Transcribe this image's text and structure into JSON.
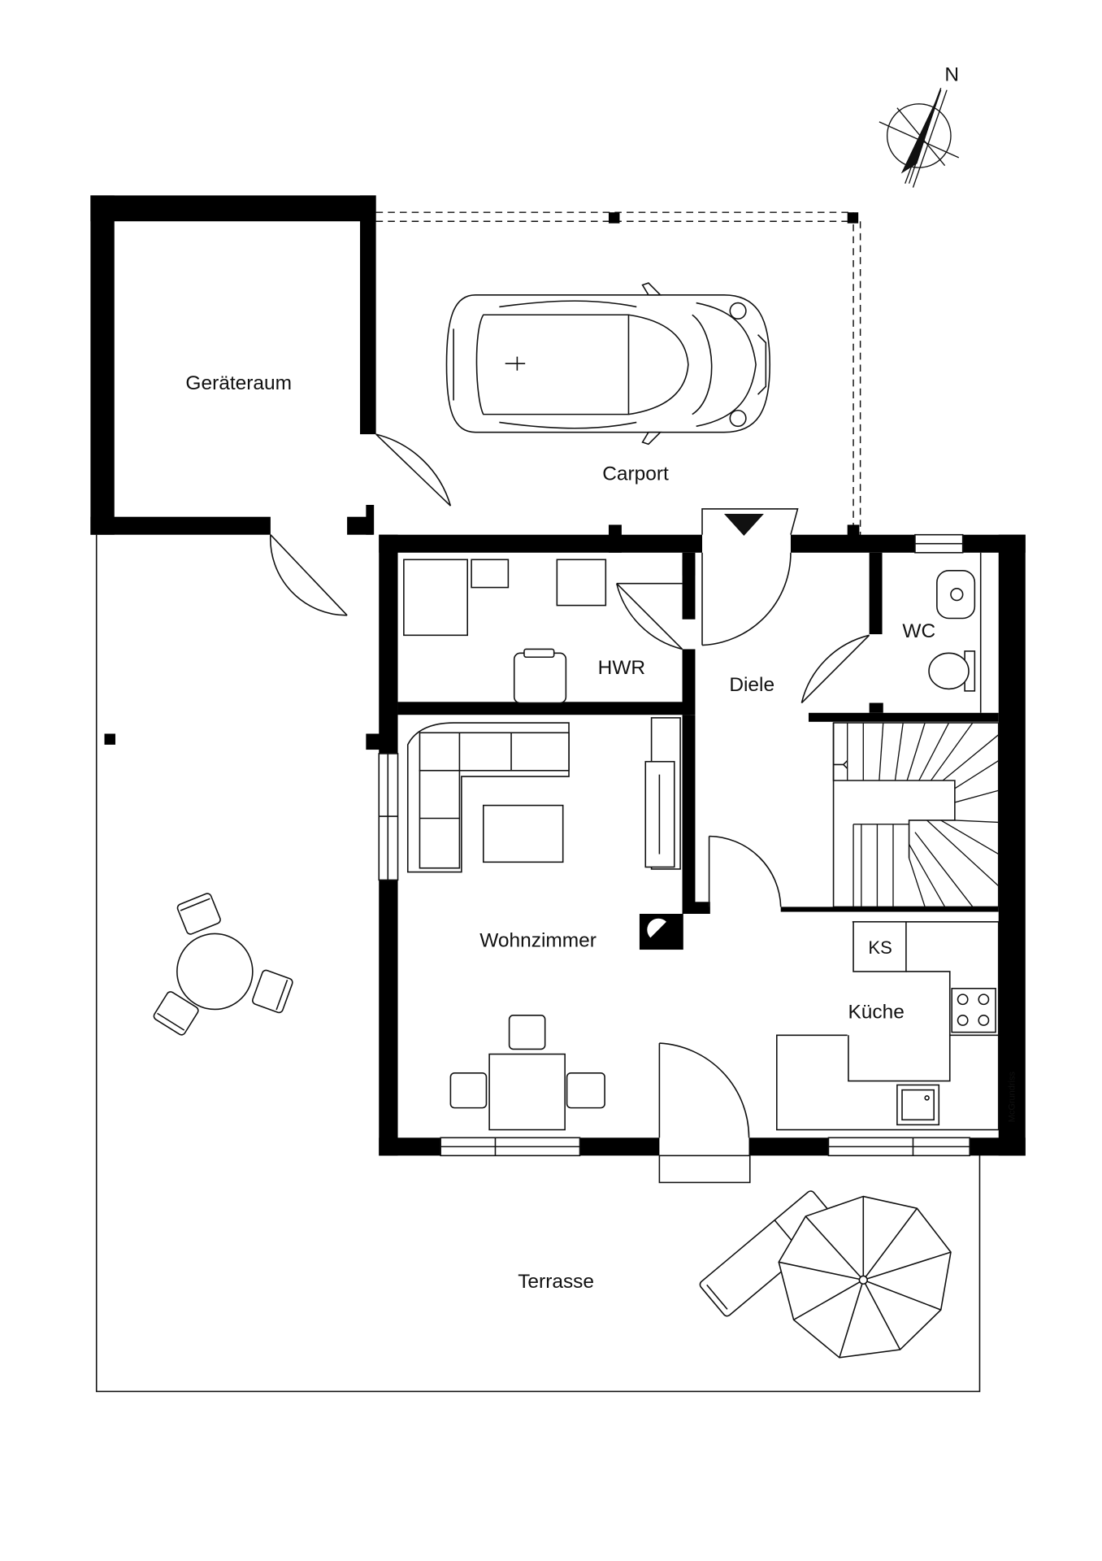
{
  "rooms": {
    "geraeteraum": "Geräteraum",
    "carport": "Carport",
    "hwr": "HWR",
    "diele": "Diele",
    "wc": "WC",
    "wohnzimmer": "Wohnzimmer",
    "kueche": "Küche",
    "terrasse": "Terrasse"
  },
  "fixtures": {
    "fridge_label": "KS"
  },
  "compass": {
    "north_label": "N"
  },
  "credit": "McGrundriss"
}
